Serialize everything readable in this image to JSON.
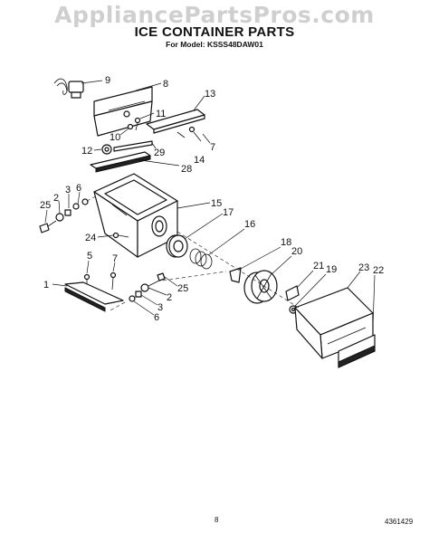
{
  "watermark": "AppliancePartsPros.com",
  "title": "ICE CONTAINER PARTS",
  "subtitle": "For Model: KSSS48DAW01",
  "page_number": "8",
  "doc_number": "4361429",
  "callouts": [
    {
      "label": "9"
    },
    {
      "label": "8"
    },
    {
      "label": "13"
    },
    {
      "label": "11"
    },
    {
      "label": "10"
    },
    {
      "label": "7"
    },
    {
      "label": "12"
    },
    {
      "label": "29"
    },
    {
      "label": "14"
    },
    {
      "label": "28"
    },
    {
      "label": "6"
    },
    {
      "label": "3"
    },
    {
      "label": "2"
    },
    {
      "label": "25"
    },
    {
      "label": "15"
    },
    {
      "label": "17"
    },
    {
      "label": "16"
    },
    {
      "label": "24"
    },
    {
      "label": "18"
    },
    {
      "label": "20"
    },
    {
      "label": "5"
    },
    {
      "label": "7"
    },
    {
      "label": "1"
    },
    {
      "label": "21"
    },
    {
      "label": "19"
    },
    {
      "label": "23"
    },
    {
      "label": "22"
    },
    {
      "label": "25"
    },
    {
      "label": "2"
    },
    {
      "label": "3"
    },
    {
      "label": "6"
    }
  ]
}
